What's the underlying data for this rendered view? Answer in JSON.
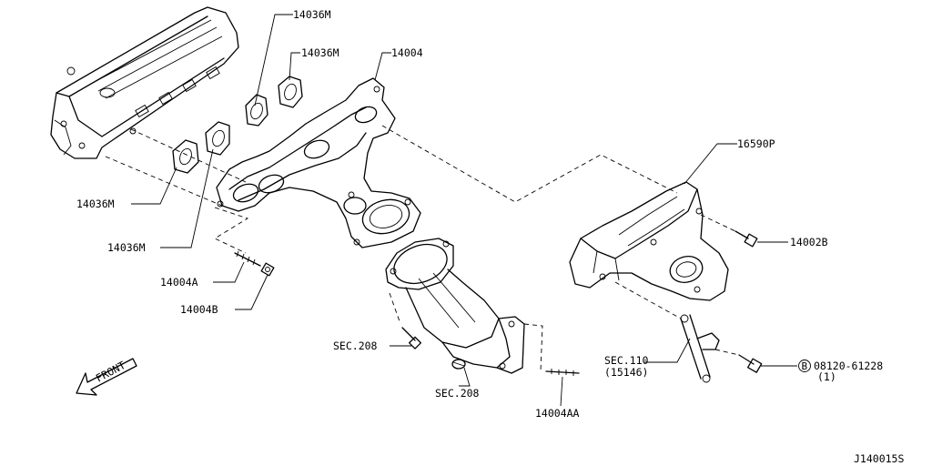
{
  "labels": {
    "gasket_top_1": "14036M",
    "gasket_top_2": "14036M",
    "manifold": "14004",
    "gasket_left_1": "14036M",
    "gasket_left_2": "14036M",
    "stud": "14004A",
    "nut": "14004B",
    "heat_insulator": "16590P",
    "bolt_insulator": "14002B",
    "sec208_upper": "SEC.208",
    "sec208_lower": "SEC.208",
    "lower_stud": "14004AA",
    "sec110": "SEC.110",
    "sec110_ref": "(15146)",
    "bolt_circle": "B",
    "bolt_part": "08120-61228",
    "bolt_qty": "(1)",
    "front": "FRONT",
    "drawing_id": "J140015S"
  }
}
